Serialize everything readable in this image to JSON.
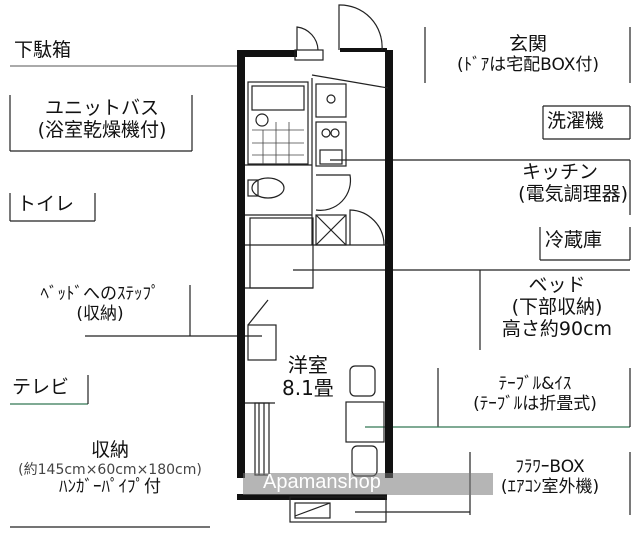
{
  "floorplan": {
    "labels_left": {
      "shoe_box": "下駄箱",
      "unit_bath": "ユニットバス",
      "unit_bath_sub": "(浴室乾燥機付)",
      "toilet": "トイレ",
      "bed_step": "ﾍﾞｯﾄﾞへのｽﾃｯﾌﾟ",
      "bed_step_sub": "(収納)",
      "tv": "テレビ",
      "storage": "収納",
      "storage_dims": "(約145cm×60cm×180cm)",
      "storage_sub": "ﾊﾝｶﾞｰﾊﾟｲﾌﾟ付"
    },
    "labels_right": {
      "entrance": "玄関",
      "entrance_sub": "(ﾄﾞｱは宅配BOX付)",
      "washer": "洗濯機",
      "kitchen": "キッチン",
      "kitchen_sub": "(電気調理器)",
      "fridge": "冷蔵庫",
      "bed": "ベッド",
      "bed_sub1": "(下部収納)",
      "bed_sub2": "高さ約90cm",
      "table": "ﾃｰﾌﾞﾙ&ｲｽ",
      "table_sub": "(ﾃｰﾌﾞﾙは折畳式)",
      "flower_box": "ﾌﾗﾜｰBOX",
      "flower_box_sub": "(ｴｱｺﾝ室外機)"
    },
    "room": {
      "name": "洋室",
      "size": "8.1畳"
    },
    "watermark": "Apamanshop"
  }
}
